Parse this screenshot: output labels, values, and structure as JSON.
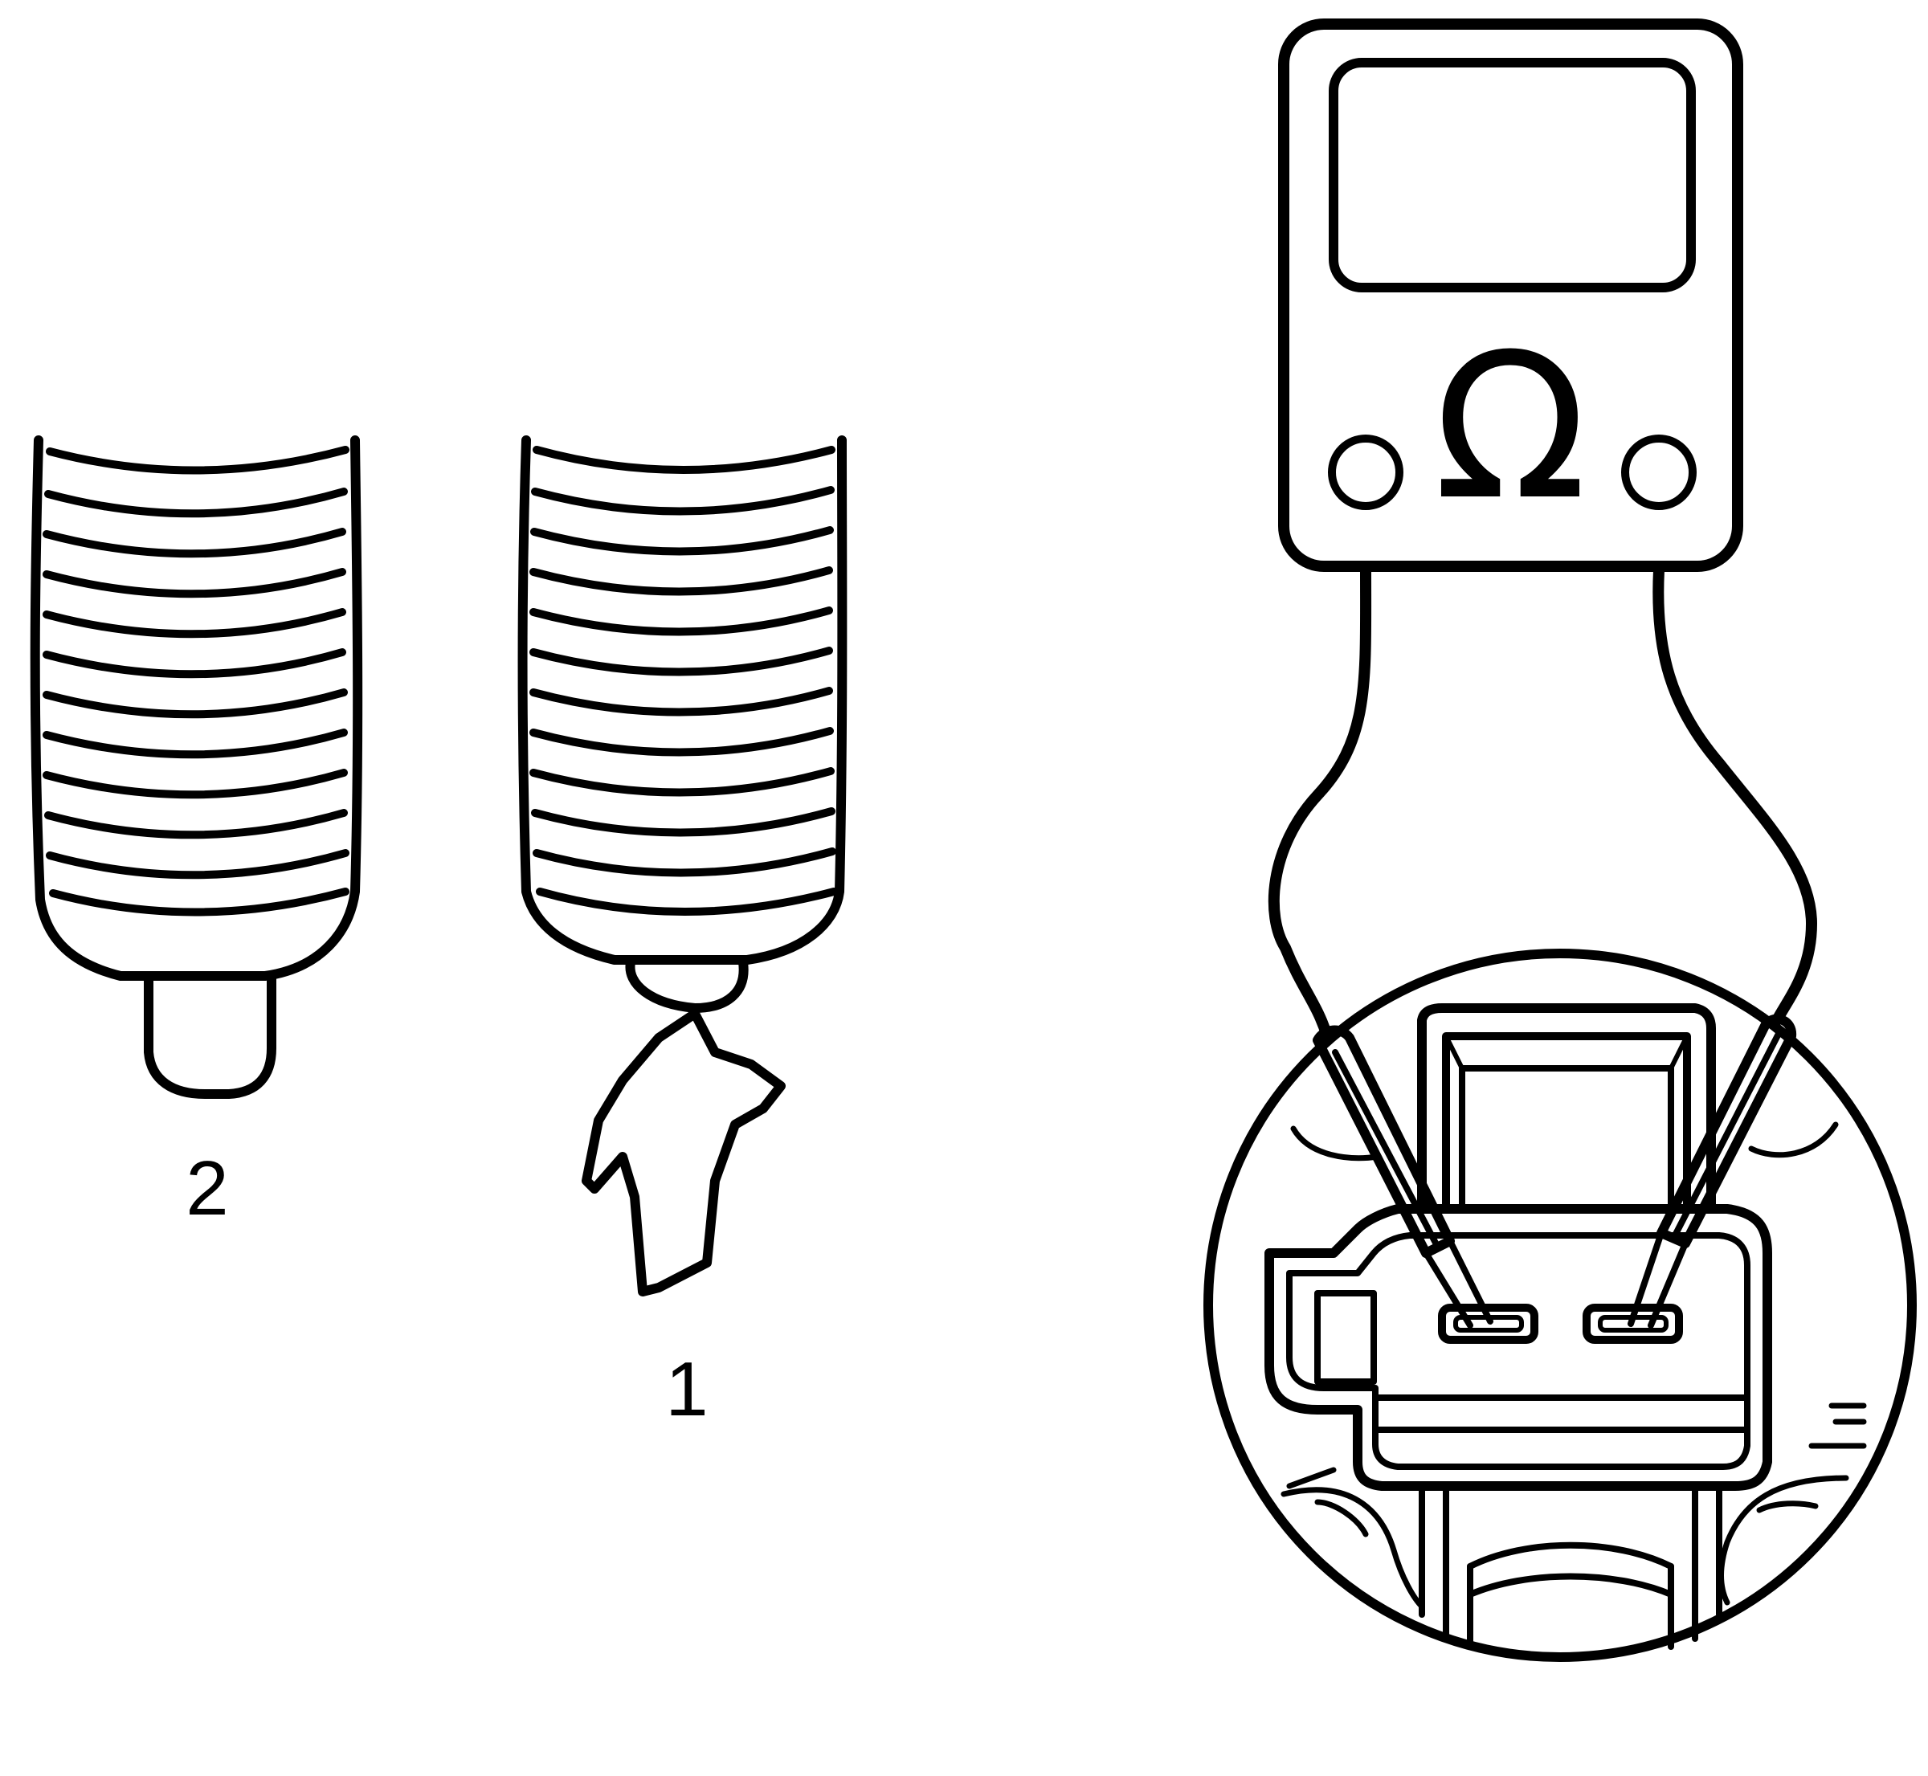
{
  "labels": {
    "glow_plug_2": "2",
    "glow_plug_1": "1"
  },
  "meter": {
    "symbol": "Ω",
    "mode": "resistance"
  },
  "colors": {
    "ink": "#000000",
    "background": "#ffffff"
  }
}
